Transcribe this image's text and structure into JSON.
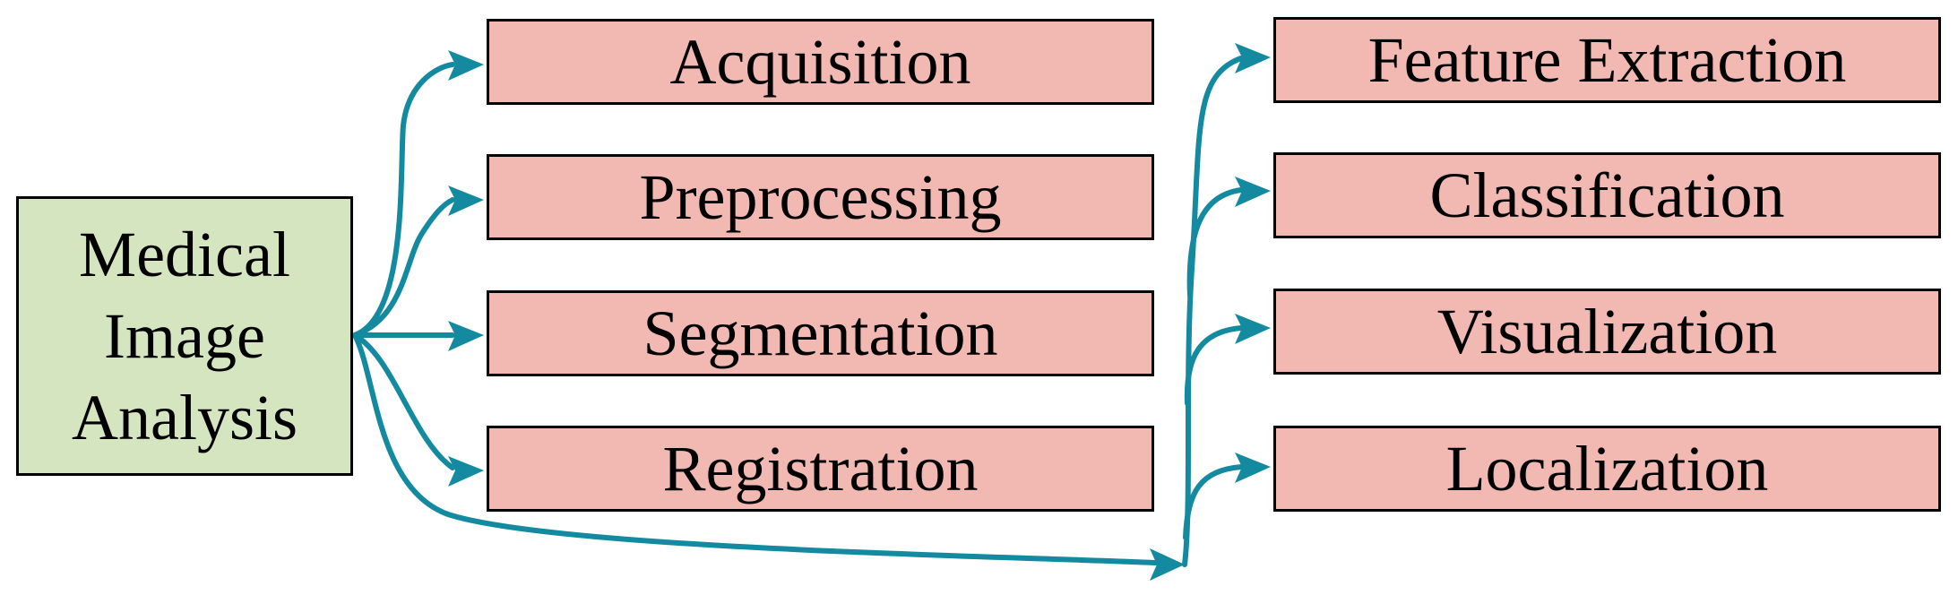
{
  "root": {
    "lines": [
      "Medical",
      "Image",
      "Analysis"
    ]
  },
  "steps_left": [
    "Acquisition",
    "Preprocessing",
    "Segmentation",
    "Registration"
  ],
  "steps_right": [
    "Feature Extraction",
    "Classification",
    "Visualization",
    "Localization"
  ],
  "colors": {
    "arrow": "#138a9f",
    "root_fill": "#d5e5c0",
    "step_fill": "#f2b9b3"
  }
}
